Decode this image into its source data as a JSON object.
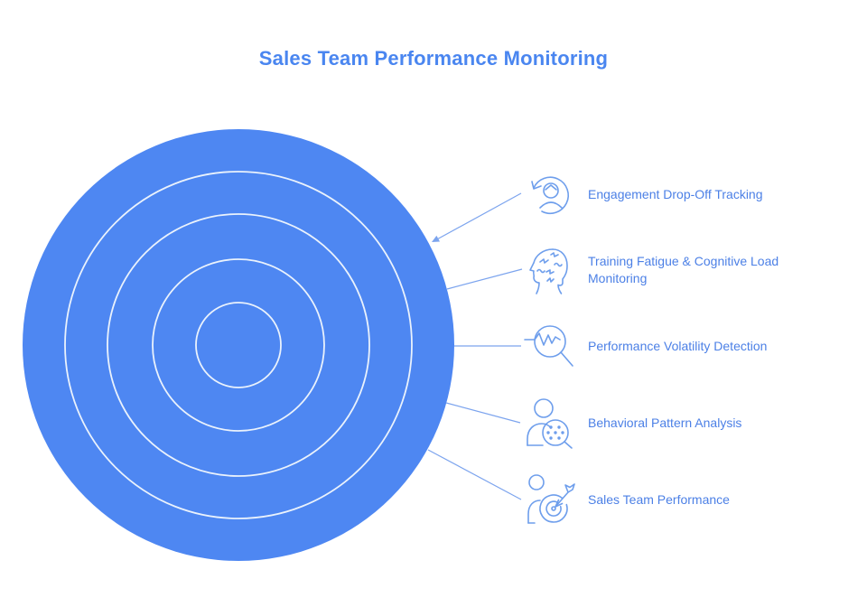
{
  "title": "Sales Team Performance Monitoring",
  "colors": {
    "background": "#ffffff",
    "title_text": "#4a86f0",
    "circle_fill": "#4e87f2",
    "ring_stroke": "#eaf2fc",
    "connector": "#7ca4ee",
    "icon_stroke": "#6e9eec",
    "label_text": "#4c80e6"
  },
  "diagram": {
    "type": "concentric-circles",
    "ring_count": 5,
    "center_label": ""
  },
  "items": [
    {
      "label": "Engagement Drop-Off Tracking",
      "icon": "user-circular-arrow-icon"
    },
    {
      "label": "Training Fatigue & Cognitive Load Monitoring",
      "icon": "head-cognitive-load-icon"
    },
    {
      "label": "Performance Volatility Detection",
      "icon": "magnifier-wave-icon"
    },
    {
      "label": "Behavioral Pattern Analysis",
      "icon": "person-pattern-magnifier-icon"
    },
    {
      "label": "Sales Team Performance",
      "icon": "person-target-arrow-icon"
    }
  ]
}
